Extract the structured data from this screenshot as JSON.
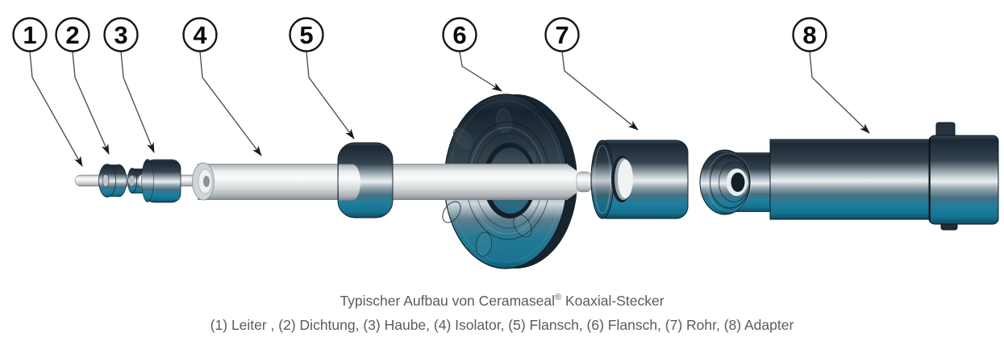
{
  "figure": {
    "kind": "exploded-view-diagram",
    "caption": {
      "line1_prefix": "Typischer Aufbau von Ceramaseal",
      "registered": "®",
      "line1_suffix": " Koaxial-Stecker",
      "line2": "(1) Leiter , (2) Dichtung, (3) Haube, (4) Isolator, (5) Flansch, (6) Flansch, (7) Rohr, (8) Adapter"
    },
    "callouts": [
      {
        "number": "1",
        "part": "Leiter"
      },
      {
        "number": "2",
        "part": "Dichtung"
      },
      {
        "number": "3",
        "part": "Haube"
      },
      {
        "number": "4",
        "part": "Isolator"
      },
      {
        "number": "5",
        "part": "Flansch"
      },
      {
        "number": "6",
        "part": "Flansch"
      },
      {
        "number": "7",
        "part": "Rohr"
      },
      {
        "number": "8",
        "part": "Adapter"
      }
    ],
    "colors": {
      "background": "#ffffff",
      "caption_text": "#565c63",
      "leader_line": "#474747",
      "callout_stroke": "#161616",
      "metal_dark": "#1c2834",
      "metal_highlight": "#e9eef0",
      "metal_teal": "#1f7f9d",
      "ceramic_light": "#fbfcfc"
    }
  }
}
